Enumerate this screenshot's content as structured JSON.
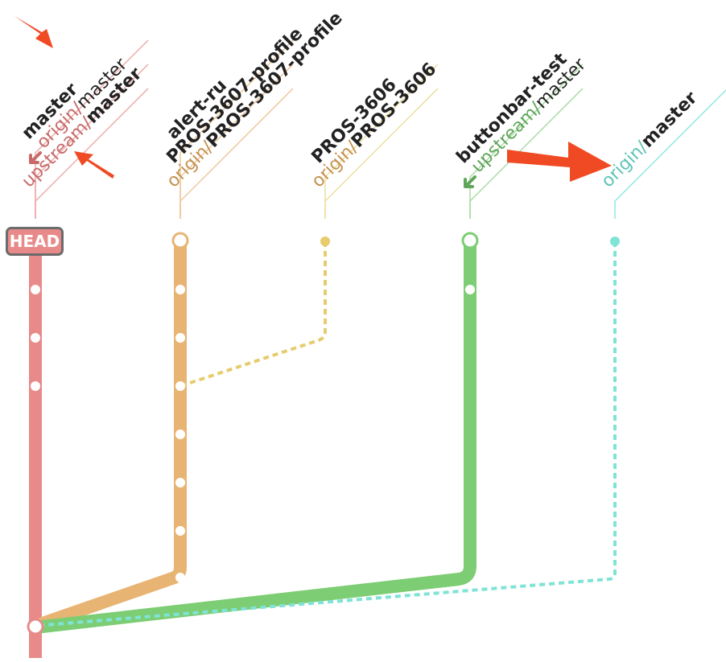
{
  "graph": {
    "head_label": "HEAD",
    "colors": {
      "red": "#e88a8a",
      "red_dark": "#c96a6a",
      "orange": "#e8b474",
      "orange_dark": "#c4914f",
      "yellow": "#e6cc6c",
      "green": "#7dcd74",
      "green_dark": "#5fa65a",
      "teal": "#7fe3d6",
      "teal_dark": "#5fc4b8",
      "arrow": "#f04a24"
    },
    "lanes": [
      {
        "id": "red",
        "refs": [
          {
            "text": "master",
            "prefix": "",
            "bold": true,
            "arrow": false,
            "color": "red_dark"
          },
          {
            "text": "master",
            "prefix": "origin/",
            "bold": false,
            "arrow": true,
            "color": "red_dark"
          },
          {
            "text": "master",
            "prefix": "upstream/",
            "bold": true,
            "arrow": false,
            "color": "red_dark"
          }
        ]
      },
      {
        "id": "orange",
        "refs": [
          {
            "text": "alert-ru",
            "prefix": "",
            "bold": true,
            "arrow": false,
            "color": "orange_dark"
          },
          {
            "text": "PROS-3607-profile",
            "prefix": "",
            "bold": true,
            "arrow": false,
            "color": "orange_dark"
          },
          {
            "text": "PROS-3607-profile",
            "prefix": "origin/",
            "bold": true,
            "arrow": false,
            "color": "orange_dark"
          }
        ]
      },
      {
        "id": "yellow",
        "refs": [
          {
            "text": "PROS-3606",
            "prefix": "",
            "bold": true,
            "arrow": false,
            "color": "orange_dark"
          },
          {
            "text": "PROS-3606",
            "prefix": "origin/",
            "bold": true,
            "arrow": false,
            "color": "orange_dark"
          }
        ]
      },
      {
        "id": "green",
        "refs": [
          {
            "text": "buttonbar-test",
            "prefix": "",
            "bold": true,
            "arrow": false,
            "color": "green_dark"
          },
          {
            "text": "master",
            "prefix": "upstream/",
            "bold": false,
            "arrow": true,
            "color": "green_dark"
          }
        ]
      },
      {
        "id": "teal",
        "refs": [
          {
            "text": "master",
            "prefix": "origin/",
            "bold": true,
            "arrow": false,
            "color": "teal_dark"
          }
        ]
      }
    ]
  }
}
